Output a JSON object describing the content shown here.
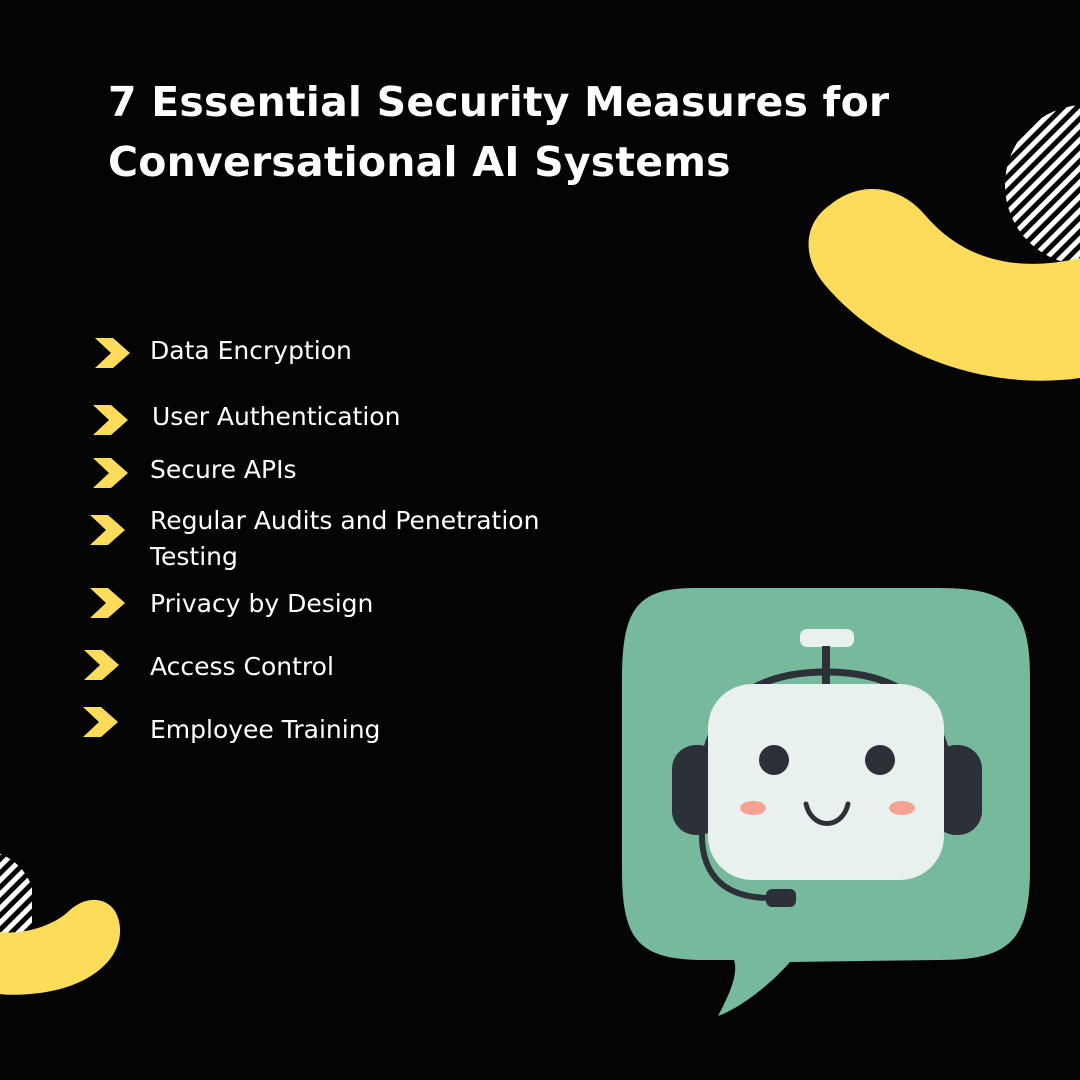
{
  "title": "7 Essential Security Measures for Conversational AI Systems",
  "items": [
    {
      "label": "Data Encryption"
    },
    {
      "label": "User Authentication"
    },
    {
      "label": "Secure APIs"
    },
    {
      "label": "Regular Audits and Penetration Testing"
    },
    {
      "label": "Privacy by Design"
    },
    {
      "label": "Access Control"
    },
    {
      "label": "Employee Training"
    }
  ],
  "icons": {
    "bullet": "chevron-right-icon",
    "illustration": "chatbot-robot-icon",
    "decor_blob": "yellow-blob-shape",
    "decor_stripes": "striped-circle-shape"
  },
  "colors": {
    "background": "#050404",
    "text": "#ffffff",
    "accent_yellow": "#fddc5c",
    "bubble_green": "#76b99d",
    "robot_face": "#e8f1ed",
    "robot_dark": "#2c3138",
    "cheek": "#f2a391"
  }
}
